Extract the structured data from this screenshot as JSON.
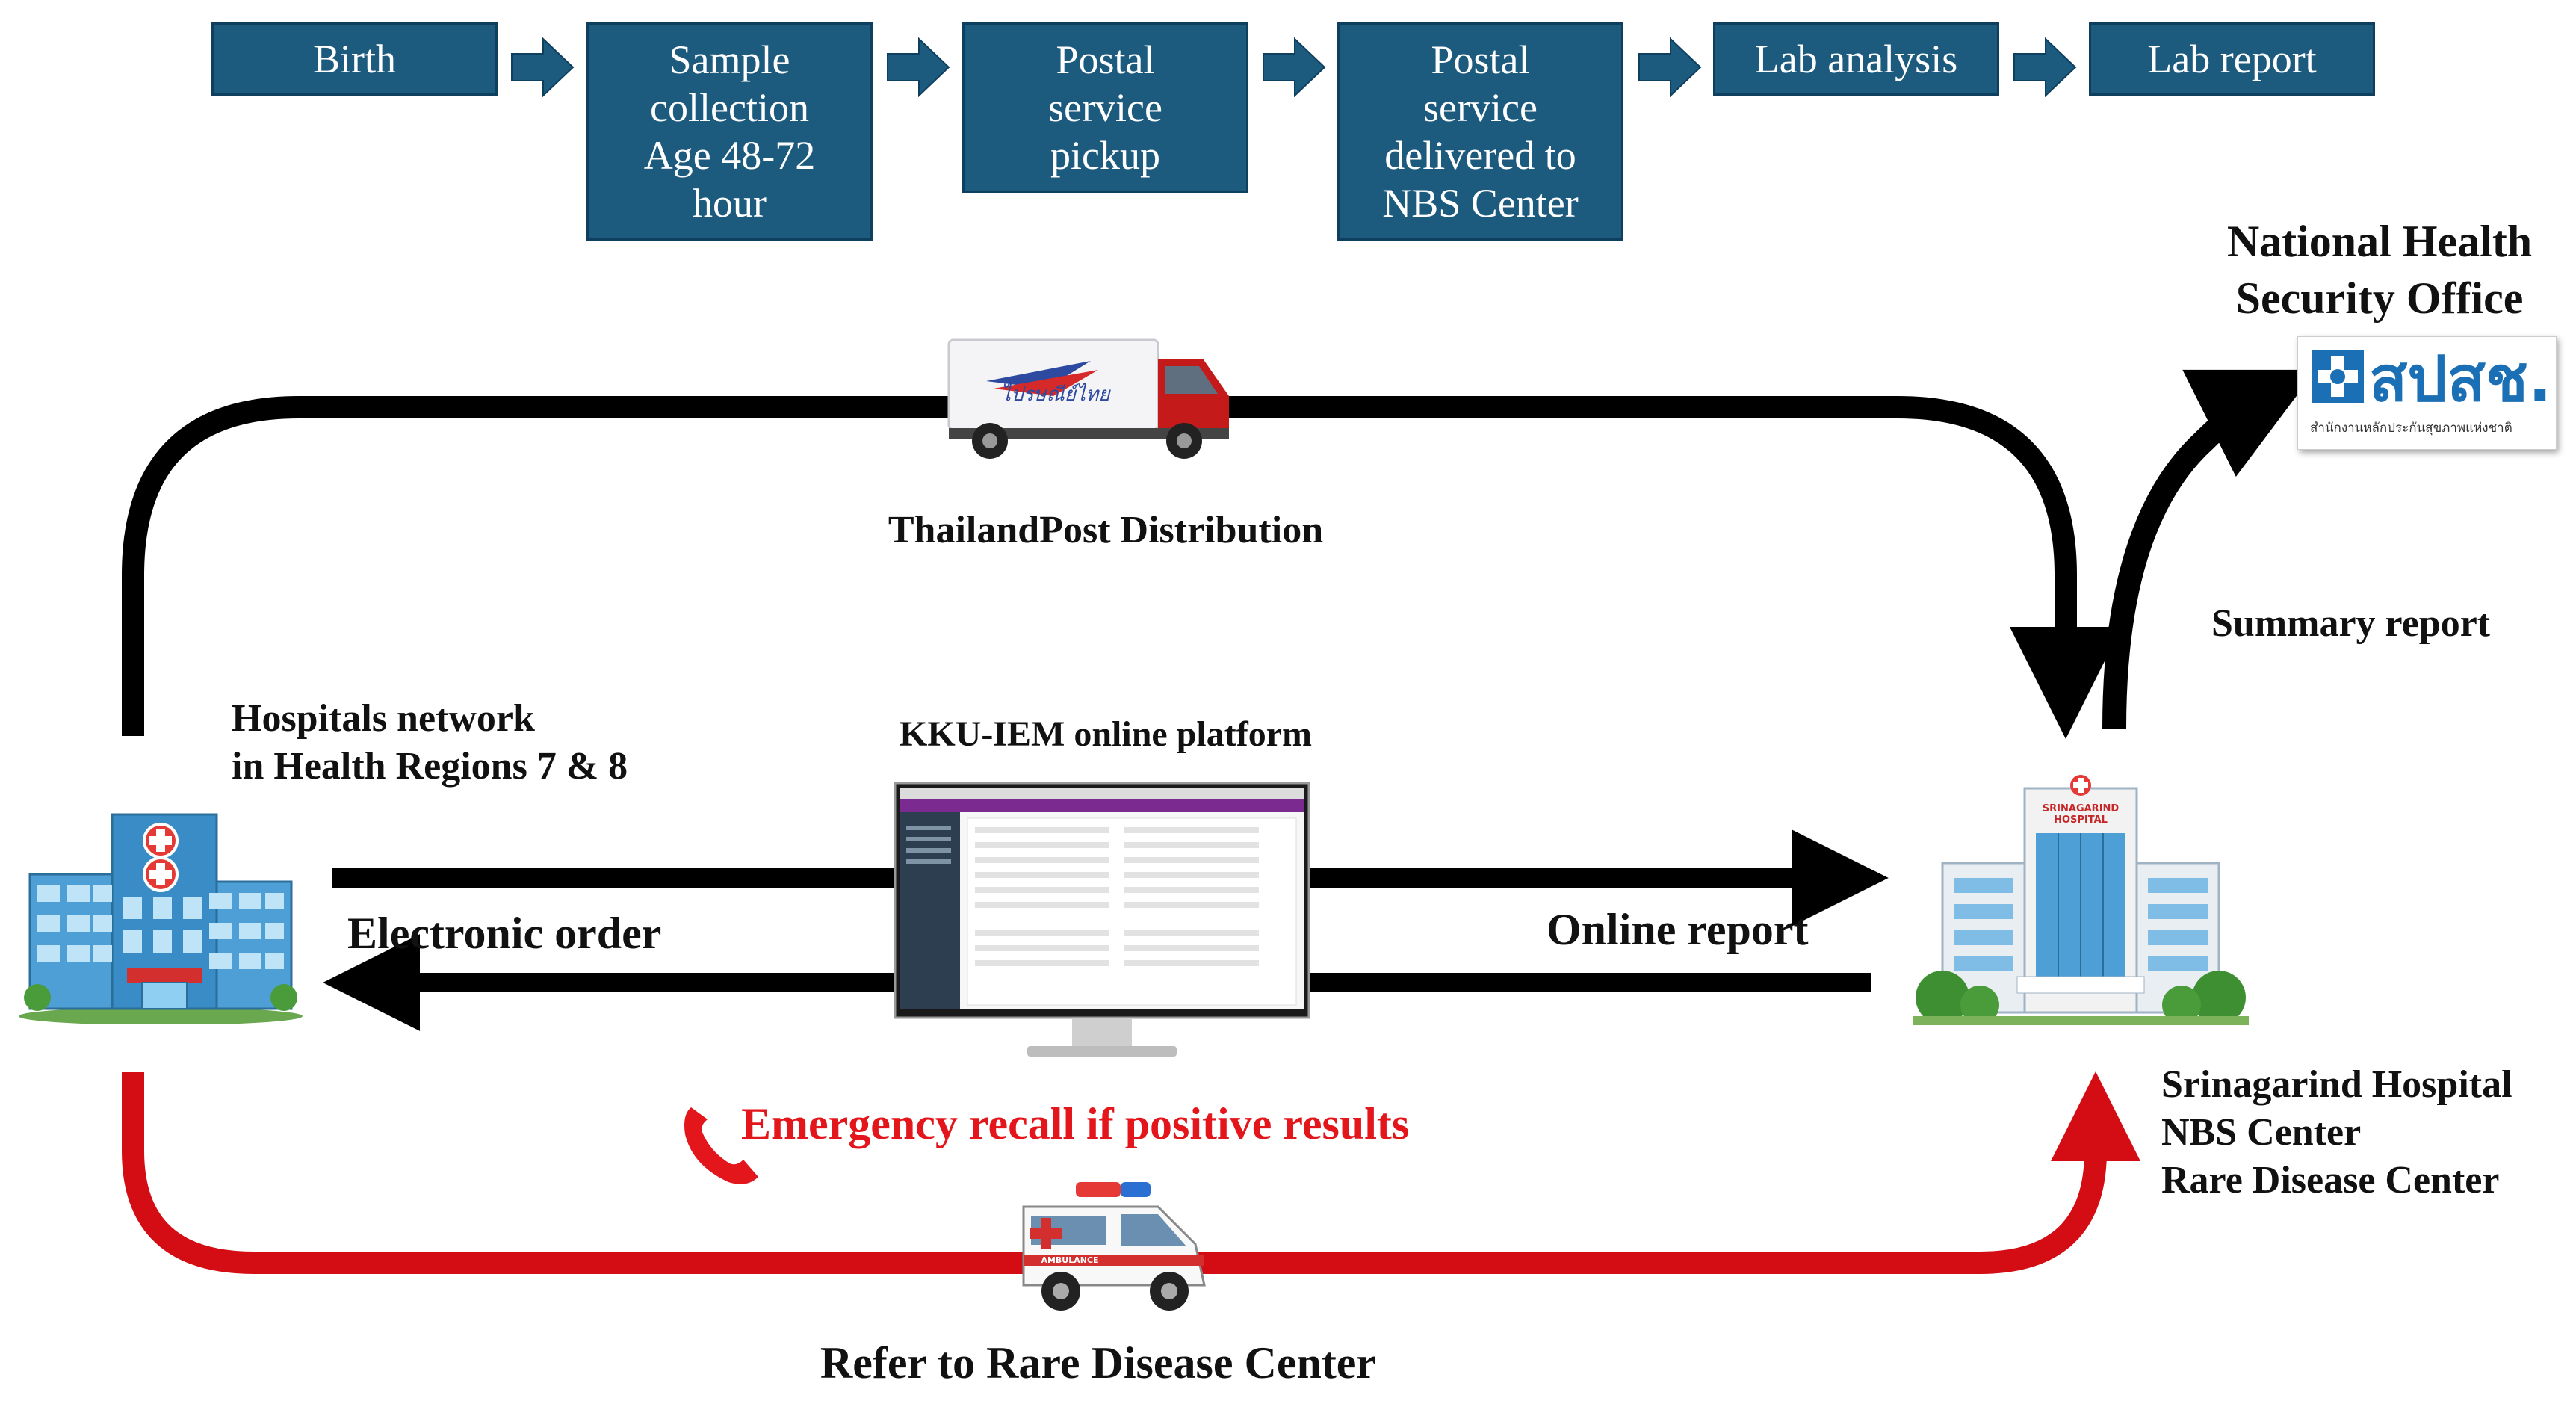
{
  "process_steps": [
    {
      "lines": [
        "Birth"
      ]
    },
    {
      "lines": [
        "Sample",
        "collection",
        "Age 48-72",
        "hour"
      ]
    },
    {
      "lines": [
        "Postal",
        "service",
        "pickup"
      ]
    },
    {
      "lines": [
        "Postal",
        "service",
        "delivered to",
        "NBS Center"
      ]
    },
    {
      "lines": [
        "Lab analysis"
      ]
    },
    {
      "lines": [
        "Lab report"
      ]
    }
  ],
  "labels": {
    "nhso_title_line1": "National Health",
    "nhso_title_line2": "Security Office",
    "nhso_logo_text": "สปสช.",
    "nhso_logo_subtext": "สำนักงานหลักประกันสุขภาพแห่งชาติ",
    "post_distribution": "ThailandPost Distribution",
    "truck_logo_text": "ไปรษณีย์ไทย",
    "summary_report": "Summary report",
    "hospitals_line1": "Hospitals network",
    "hospitals_line2": "in Health Regions 7 & 8",
    "platform": "KKU-IEM online platform",
    "electronic_order": "Electronic order",
    "online_report": "Online report",
    "emergency_recall": "Emergency recall if positive results",
    "refer": "Refer to Rare Disease Center",
    "srinagarind_line1": "Srinagarind Hospital",
    "srinagarind_line2": "NBS Center",
    "srinagarind_line3": "Rare Disease Center",
    "srinagarind_sign": "SRINAGARIND HOSPITAL",
    "ambulance_text": "AMBULANCE"
  },
  "colors": {
    "step_box": "#1c5a7e",
    "arrow_black": "#000000",
    "arrow_red": "#d40d14",
    "emergency_text": "#e3161c"
  },
  "icons": [
    "truck-icon",
    "hospital-building-icon",
    "srinagarind-hospital-icon",
    "computer-monitor-icon",
    "phone-icon",
    "ambulance-icon",
    "nhso-logo"
  ]
}
